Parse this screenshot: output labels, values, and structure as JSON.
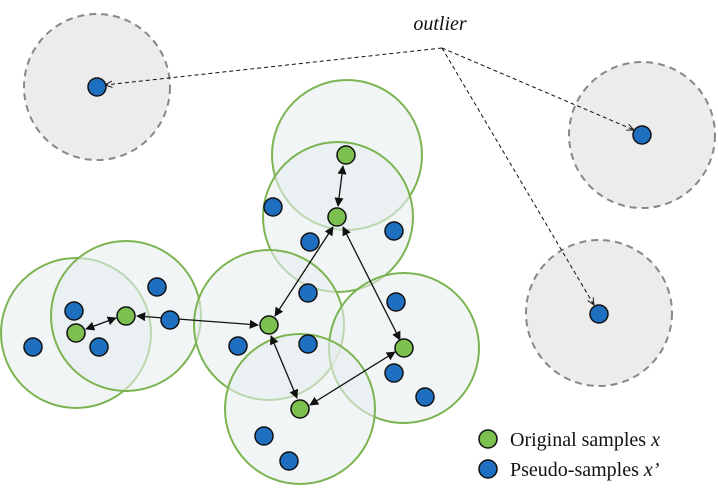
{
  "annotation": {
    "outlier": "outlier"
  },
  "legend": {
    "original_label": "Original samples",
    "original_symbol": "x",
    "pseudo_label": "Pseudo-samples",
    "pseudo_symbol": "x’"
  },
  "colors": {
    "original_fill": "#7cc050",
    "pseudo_fill": "#1e6fc0",
    "circle_stroke": "#7cb452",
    "circle_fill": "#eef2f3",
    "outlier_stroke": "#888888",
    "outlier_fill": "#ececec"
  }
}
